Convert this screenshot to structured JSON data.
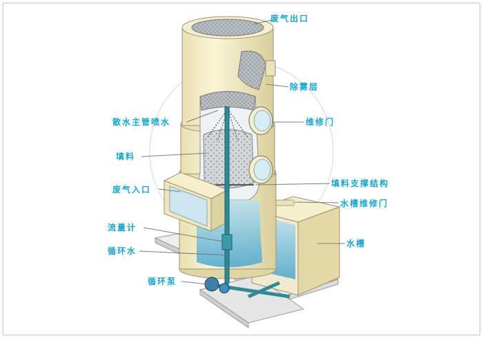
{
  "labels": {
    "exhaust_outlet": "废气出口",
    "demister": "除雾层",
    "spray_pipe": "散水主管喷水",
    "service_door": "维修门",
    "packing": "填料",
    "packing_support": "填料支撑结构",
    "exhaust_inlet": "废气入口",
    "tank_service_door": "水槽维修门",
    "flow_meter": "流量计",
    "water_tank": "水槽",
    "circulating_water": "循环水",
    "circulating_pump": "循环泵"
  },
  "colors": {
    "label_text": "#1aa6c9",
    "leader_line": "#7a7a7a",
    "tower_body": "#f4ecc4",
    "tower_shade": "#d8cf9e",
    "water": "#7fc3dd",
    "pipe": "#2f8a96",
    "packing": "#c9cccf"
  }
}
